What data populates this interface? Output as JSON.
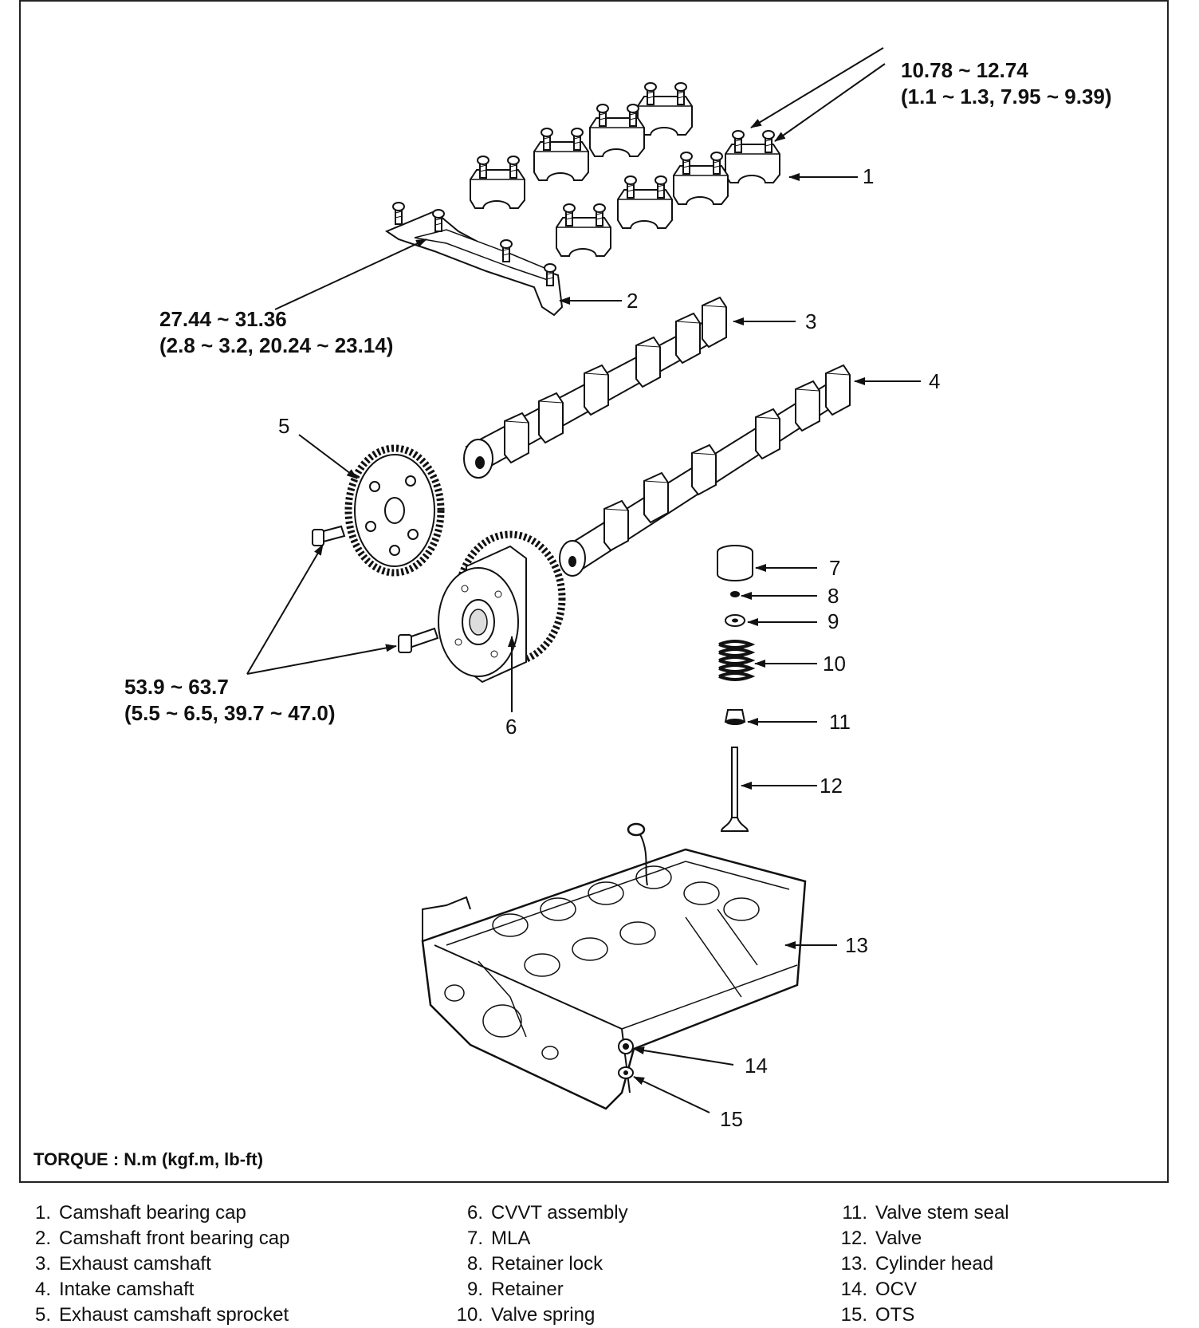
{
  "callouts": {
    "cap_torque": {
      "value": "10.78 ~ 12.74",
      "alt": "(1.1 ~ 1.3, 7.95 ~ 9.39)"
    },
    "front_cap_torque": {
      "value": "27.44 ~ 31.36",
      "alt": "(2.8 ~ 3.2, 20.24 ~ 23.14)"
    },
    "sprocket_torque": {
      "value": "53.9 ~ 63.7",
      "alt": "(5.5 ~ 6.5, 39.7 ~ 47.0)"
    }
  },
  "part_numbers": [
    "1",
    "2",
    "3",
    "4",
    "5",
    "6",
    "7",
    "8",
    "9",
    "10",
    "11",
    "12",
    "13",
    "14",
    "15"
  ],
  "torque_unit_label": "TORQUE : N.m (kgf.m, lb-ft)",
  "legend": [
    {
      "num": "1.",
      "label": "Camshaft bearing cap"
    },
    {
      "num": "2.",
      "label": "Camshaft front bearing cap"
    },
    {
      "num": "3.",
      "label": "Exhaust camshaft"
    },
    {
      "num": "4.",
      "label": "Intake camshaft"
    },
    {
      "num": "5.",
      "label": "Exhaust camshaft sprocket"
    },
    {
      "num": "6.",
      "label": "CVVT assembly"
    },
    {
      "num": "7.",
      "label": "MLA"
    },
    {
      "num": "8.",
      "label": "Retainer lock"
    },
    {
      "num": "9.",
      "label": "Retainer"
    },
    {
      "num": "10.",
      "label": "Valve spring"
    },
    {
      "num": "11.",
      "label": "Valve stem seal"
    },
    {
      "num": "12.",
      "label": "Valve"
    },
    {
      "num": "13.",
      "label": "Cylinder head"
    },
    {
      "num": "14.",
      "label": "OCV"
    },
    {
      "num": "15.",
      "label": "OTS"
    }
  ],
  "icons": [
    "bearing-cap-icon",
    "camshaft-icon",
    "sprocket-icon",
    "cvvt-icon",
    "bolt-icon",
    "lifter-icon",
    "spring-icon",
    "valve-icon",
    "cylinder-head-icon"
  ]
}
